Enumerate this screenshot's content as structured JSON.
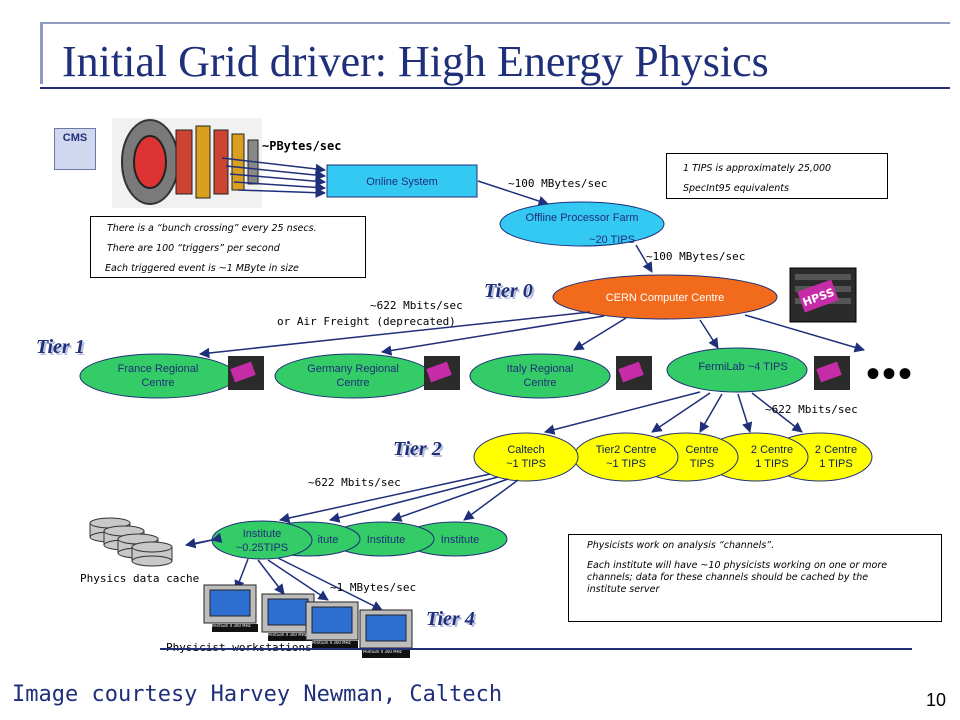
{
  "slide": {
    "title": "Initial Grid driver: High Energy Physics",
    "courtesy": "Image courtesy Harvey Newman, Caltech",
    "page_number": "10"
  },
  "detector": {
    "badge": "CMS",
    "data_rate": "~PBytes/sec"
  },
  "online_system": {
    "label": "Online System"
  },
  "links": {
    "online_to_farm": "~100 MBytes/sec",
    "farm_to_cern": "~100 MBytes/sec",
    "cern_to_tier1_line1": "~622 Mbits/sec",
    "cern_to_tier1_line2": "or Air Freight (deprecated)",
    "tier1_to_tier2": "~622 Mbits/sec",
    "tier2_to_institutes": "~622 Mbits/sec",
    "institute_to_workstations": "~1 MBytes/sec"
  },
  "tips_note": {
    "line1": "1 TIPS is approximately 25,000",
    "line2": "SpecInt95 equivalents"
  },
  "bunch_note": {
    "line1": "There is a “bunch crossing” every 25 nsecs.",
    "line2": "There are 100 “triggers” per second",
    "line3": "Each triggered event is ~1 MByte in size"
  },
  "offline_farm": {
    "line1": "Offline Processor Farm",
    "line2": "~20 TIPS"
  },
  "tiers": {
    "tier0": "Tier 0",
    "tier1": "Tier 1",
    "tier2": "Tier 2",
    "tier4": "Tier 4"
  },
  "cern": {
    "label": "CERN Computer Centre"
  },
  "hpss": {
    "label": "HPSS"
  },
  "regional_centres": {
    "france": {
      "line1": "France Regional",
      "line2": "Centre"
    },
    "germany": {
      "line1": "Germany Regional",
      "line2": "Centre"
    },
    "italy": {
      "line1": "Italy Regional",
      "line2": "Centre"
    },
    "fermilab": {
      "line1": "FermiLab ~4 TIPS"
    }
  },
  "tier2_centres": {
    "caltech": {
      "line1": "Caltech",
      "line2": "~1 TIPS"
    },
    "centre1": {
      "line1": "Tier2 Centre",
      "line2": "~1 TIPS"
    },
    "centre2": {
      "line1": "Centre",
      "line2": "TIPS"
    },
    "centre3": {
      "line1": "2 Centre",
      "line2": "1 TIPS"
    },
    "centre4": {
      "line1": "2 Centre",
      "line2": "1 TIPS"
    }
  },
  "institutes": {
    "main": {
      "line1": "Institute",
      "line2": "~0.25TIPS"
    },
    "inst2": "itute",
    "inst3": "Institute",
    "inst4": "Institute"
  },
  "cache": {
    "label": "Physics data cache"
  },
  "workstations": {
    "label": "Physicist workstations",
    "screen_label": "Pentium II 300 MHz"
  },
  "physicists_note": {
    "line1": "Physicists work on analysis “channels”.",
    "line2": "Each institute will have ~10 physicists working on one or more",
    "line3": "channels; data for these channels should be cached by the",
    "line4": "institute server"
  },
  "ellipsis": "•••",
  "colors": {
    "title": "#1f2f7a",
    "cyan_node": "#33c9f2",
    "orange_node": "#f26a1b",
    "green_node": "#33cc66",
    "yellow_node": "#ffff00"
  }
}
